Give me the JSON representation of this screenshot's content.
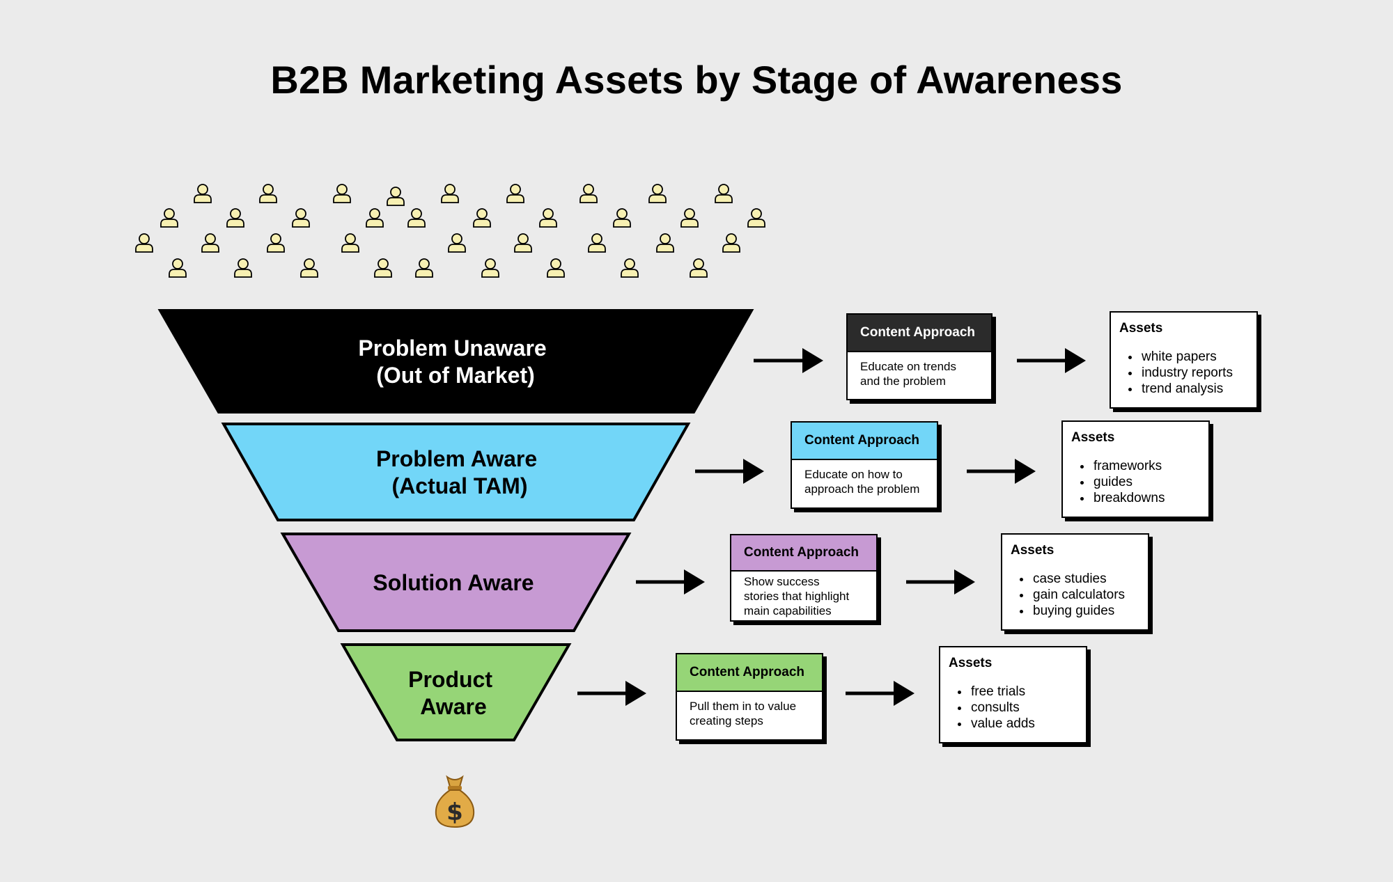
{
  "title": "B2B Marketing Assets by Stage of Awareness",
  "colors": {
    "background": "#ebebeb",
    "stage_1": "#000000",
    "stage_2": "#72d6f8",
    "stage_3": "#c79ad3",
    "stage_4": "#96d577",
    "person_icon": "#f7f0b2",
    "content_header_1": "#2b2b2b"
  },
  "icons": {
    "audience": "person-icon",
    "arrow": "arrow-right-icon",
    "revenue": "money-bag-icon"
  },
  "stages": [
    {
      "name_lines": [
        "Problem Unaware",
        "(Out of Market)"
      ],
      "color": "#000000",
      "text_color": "#ffffff",
      "content_approach": {
        "header": "Content Approach",
        "header_color": "#2b2b2b",
        "header_text_color": "#ffffff",
        "lines": [
          "Educate on trends",
          "and the problem"
        ]
      },
      "assets": {
        "title": "Assets",
        "items": [
          "white papers",
          "industry reports",
          "trend analysis"
        ]
      }
    },
    {
      "name_lines": [
        "Problem Aware",
        "(Actual TAM)"
      ],
      "color": "#72d6f8",
      "text_color": "#000000",
      "content_approach": {
        "header": "Content Approach",
        "header_color": "#72d6f8",
        "header_text_color": "#000000",
        "lines": [
          "Educate on how to",
          "approach the problem"
        ]
      },
      "assets": {
        "title": "Assets",
        "items": [
          "frameworks",
          "guides",
          "breakdowns"
        ]
      }
    },
    {
      "name_lines": [
        "Solution Aware"
      ],
      "color": "#c79ad3",
      "text_color": "#000000",
      "content_approach": {
        "header": "Content Approach",
        "header_color": "#c79ad3",
        "header_text_color": "#000000",
        "lines": [
          "Show success",
          "stories that highlight",
          "main capabilities"
        ]
      },
      "assets": {
        "title": "Assets",
        "items": [
          "case studies",
          "gain calculators",
          "buying guides"
        ]
      }
    },
    {
      "name_lines": [
        "Product",
        "Aware"
      ],
      "color": "#96d577",
      "text_color": "#000000",
      "content_approach": {
        "header": "Content Approach",
        "header_color": "#96d577",
        "header_text_color": "#000000",
        "lines": [
          "Pull them in to value",
          "creating steps"
        ]
      },
      "assets": {
        "title": "Assets",
        "items": [
          "free trials",
          "consults",
          "value adds"
        ]
      }
    }
  ]
}
